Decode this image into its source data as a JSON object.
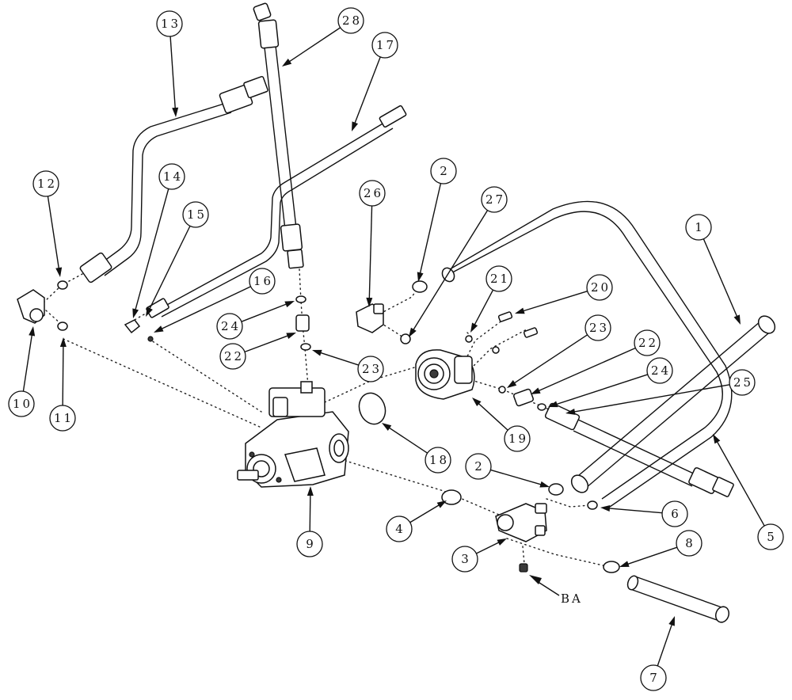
{
  "diagram": {
    "callouts": [
      {
        "id": "c1",
        "label": "1"
      },
      {
        "id": "c2a",
        "label": "2"
      },
      {
        "id": "c2b",
        "label": "2"
      },
      {
        "id": "c3",
        "label": "3"
      },
      {
        "id": "c4",
        "label": "4"
      },
      {
        "id": "c5",
        "label": "5"
      },
      {
        "id": "c6",
        "label": "6"
      },
      {
        "id": "c7",
        "label": "7"
      },
      {
        "id": "c8",
        "label": "8"
      },
      {
        "id": "c9",
        "label": "9"
      },
      {
        "id": "c10",
        "label": "10"
      },
      {
        "id": "c11",
        "label": "11"
      },
      {
        "id": "c12",
        "label": "12"
      },
      {
        "id": "c13",
        "label": "13"
      },
      {
        "id": "c14",
        "label": "14"
      },
      {
        "id": "c15",
        "label": "15"
      },
      {
        "id": "c16",
        "label": "16"
      },
      {
        "id": "c17",
        "label": "17"
      },
      {
        "id": "c18",
        "label": "18"
      },
      {
        "id": "c19",
        "label": "19"
      },
      {
        "id": "c20",
        "label": "20"
      },
      {
        "id": "c21",
        "label": "21"
      },
      {
        "id": "c22a",
        "label": "22"
      },
      {
        "id": "c22b",
        "label": "22"
      },
      {
        "id": "c23a",
        "label": "23"
      },
      {
        "id": "c23b",
        "label": "23"
      },
      {
        "id": "c24a",
        "label": "24"
      },
      {
        "id": "c24b",
        "label": "24"
      },
      {
        "id": "c25",
        "label": "25"
      },
      {
        "id": "c26",
        "label": "26"
      },
      {
        "id": "c27",
        "label": "27"
      },
      {
        "id": "c28",
        "label": "28"
      }
    ],
    "reference_label": "BA"
  }
}
